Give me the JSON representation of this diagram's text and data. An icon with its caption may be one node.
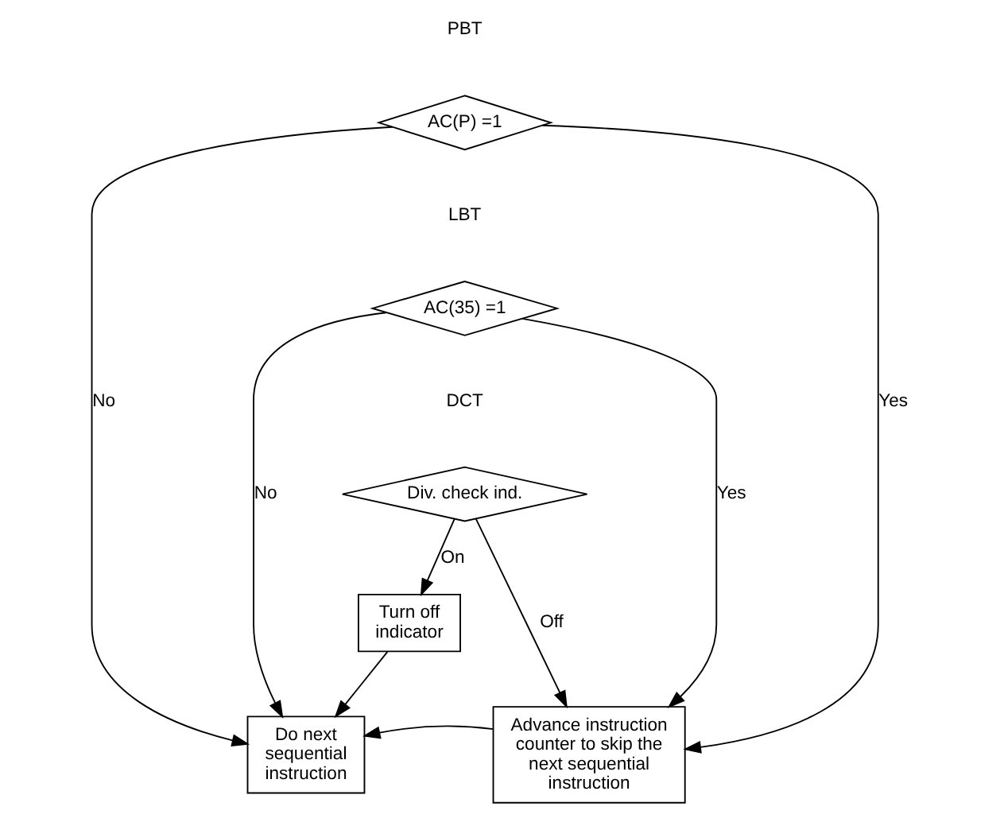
{
  "diagram": {
    "nodes": [
      {
        "text": [
          "AC(P) =1"
        ],
        "beside": [
          "PBT"
        ]
      },
      {
        "text": [
          "AC(35) =1"
        ],
        "beside": [
          "LBT"
        ]
      },
      {
        "text": [
          "Div. check ind."
        ],
        "beside": [
          "DCT"
        ]
      },
      {
        "text": [
          "Turn off indicator"
        ]
      },
      {
        "text": [
          "Do next sequential instruction"
        ]
      },
      {
        "text": [
          "Advance instruction counter to skip the next sequential instruction"
        ]
      }
    ],
    "edges": [
      {
        "from": 0,
        "to": 4,
        "arrow": "to",
        "label": "No"
      },
      {
        "from": 0,
        "to": 5,
        "arrow": "to",
        "label": "Yes"
      },
      {
        "from": 1,
        "to": 4,
        "arrow": "to",
        "label": "No"
      },
      {
        "from": 1,
        "to": 5,
        "arrow": "to",
        "label": "Yes"
      },
      {
        "from": 2,
        "to": 3,
        "arrow": "to",
        "label": "On"
      },
      {
        "from": 2,
        "to": 5,
        "arrow": "to",
        "label": "Off"
      },
      {
        "from": 3,
        "to": 4,
        "arrow": "to"
      },
      {
        "from": 5,
        "to": 4,
        "arrow": "to"
      }
    ]
  }
}
